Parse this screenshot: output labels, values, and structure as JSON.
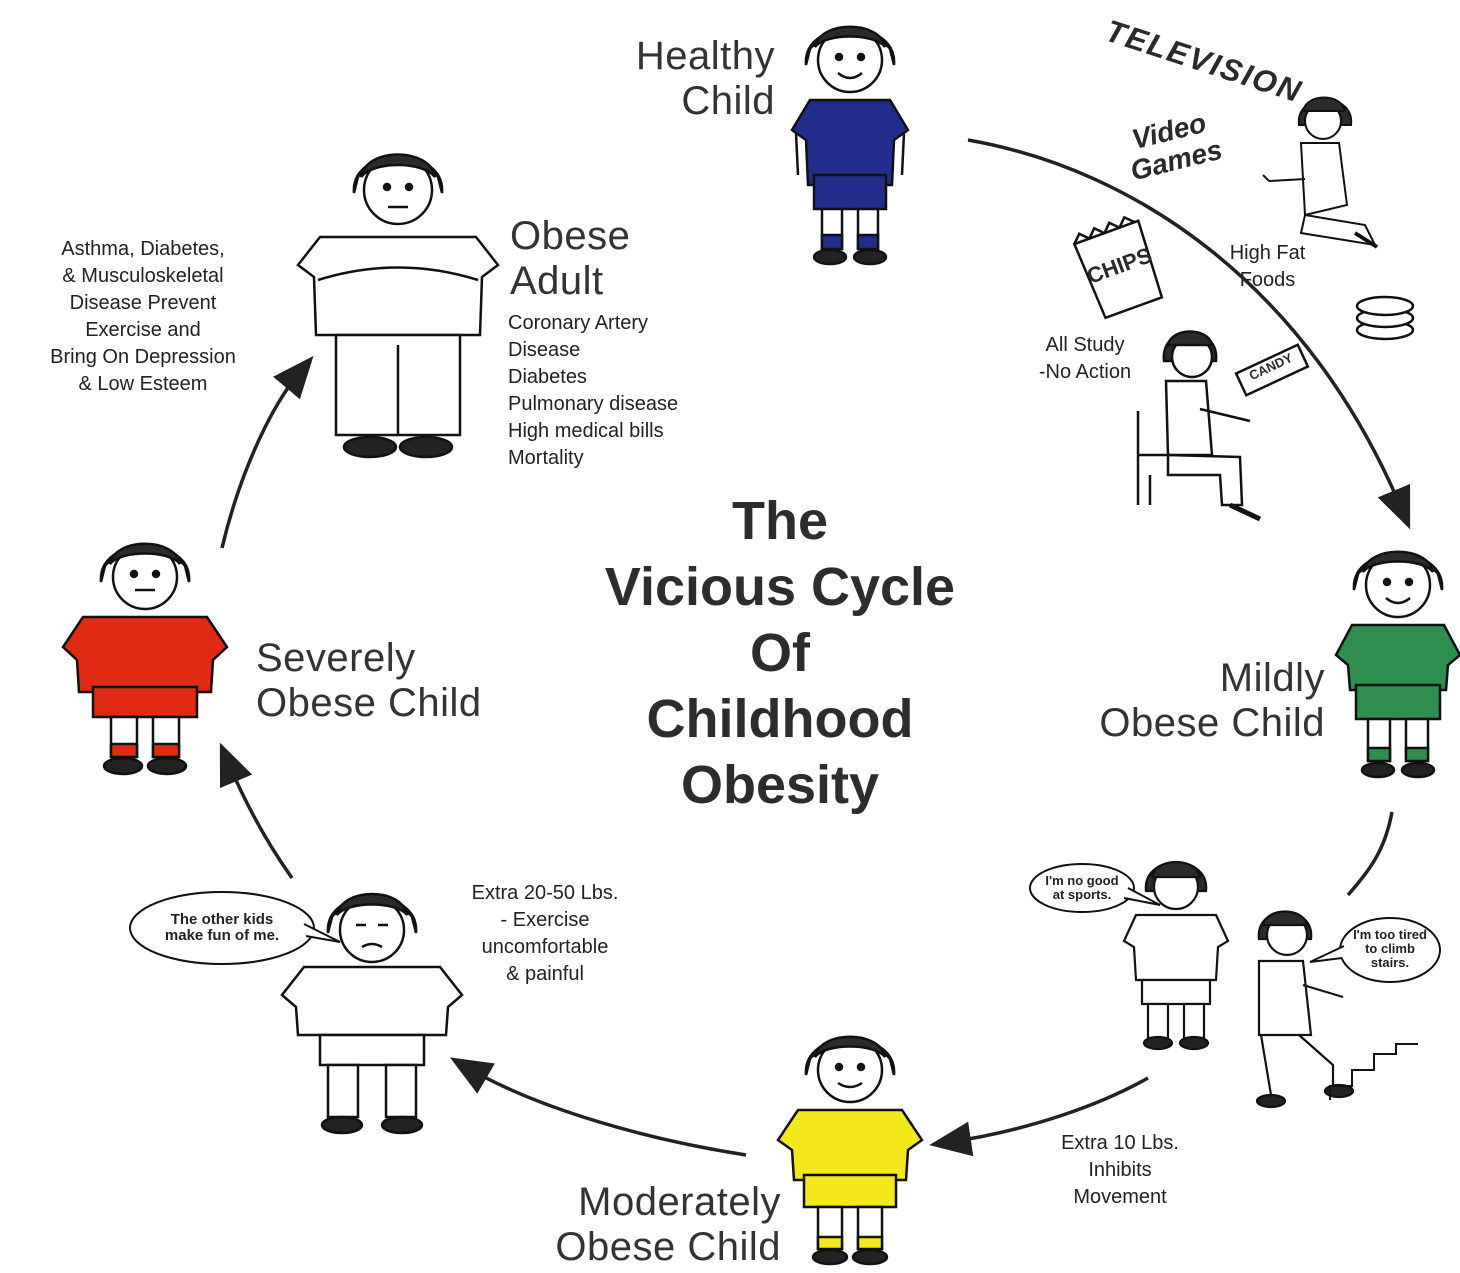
{
  "title_lines": [
    "The",
    "Vicious Cycle",
    "Of",
    "Childhood",
    "Obesity"
  ],
  "stages": {
    "healthy": {
      "label": "Healthy\nChild",
      "color": "#232e8c"
    },
    "mild": {
      "label": "Mildly\nObese Child",
      "color": "#2f8f4e"
    },
    "moderate": {
      "label": "Moderately\nObese Child",
      "color": "#f2e81c"
    },
    "severe": {
      "label": "Severely\nObese Child",
      "color": "#e02a14"
    },
    "adult": {
      "label": "Obese\nAdult",
      "color": "#ffffff"
    }
  },
  "notes": {
    "adult_conditions": "Coronary Artery\n      Disease\nDiabetes\nPulmonary disease\nHigh medical bills\nMortality",
    "asthma": "Asthma, Diabetes,\n& Musculoskeletal\nDisease Prevent\nExercise and\nBring On Depression\n& Low Esteem",
    "extra_20_50": "Extra 20-50 Lbs.\n- Exercise\nuncomfortable\n& painful",
    "extra_10": "Extra 10 Lbs.\nInhibits\nMovement",
    "high_fat": "High Fat\nFoods",
    "all_study": "All Study\n-No Action"
  },
  "hand_lettering": {
    "television": "TELEVISION",
    "video_games": "Video\nGames",
    "chips": "CHIPS",
    "candy": "CANDY"
  },
  "speech_bubbles": {
    "no_good": "I'm no good\nat sports.",
    "too_tired": "I'm too tired\nto climb\nstairs.",
    "make_fun": "The other kids\nmake fun of me."
  }
}
